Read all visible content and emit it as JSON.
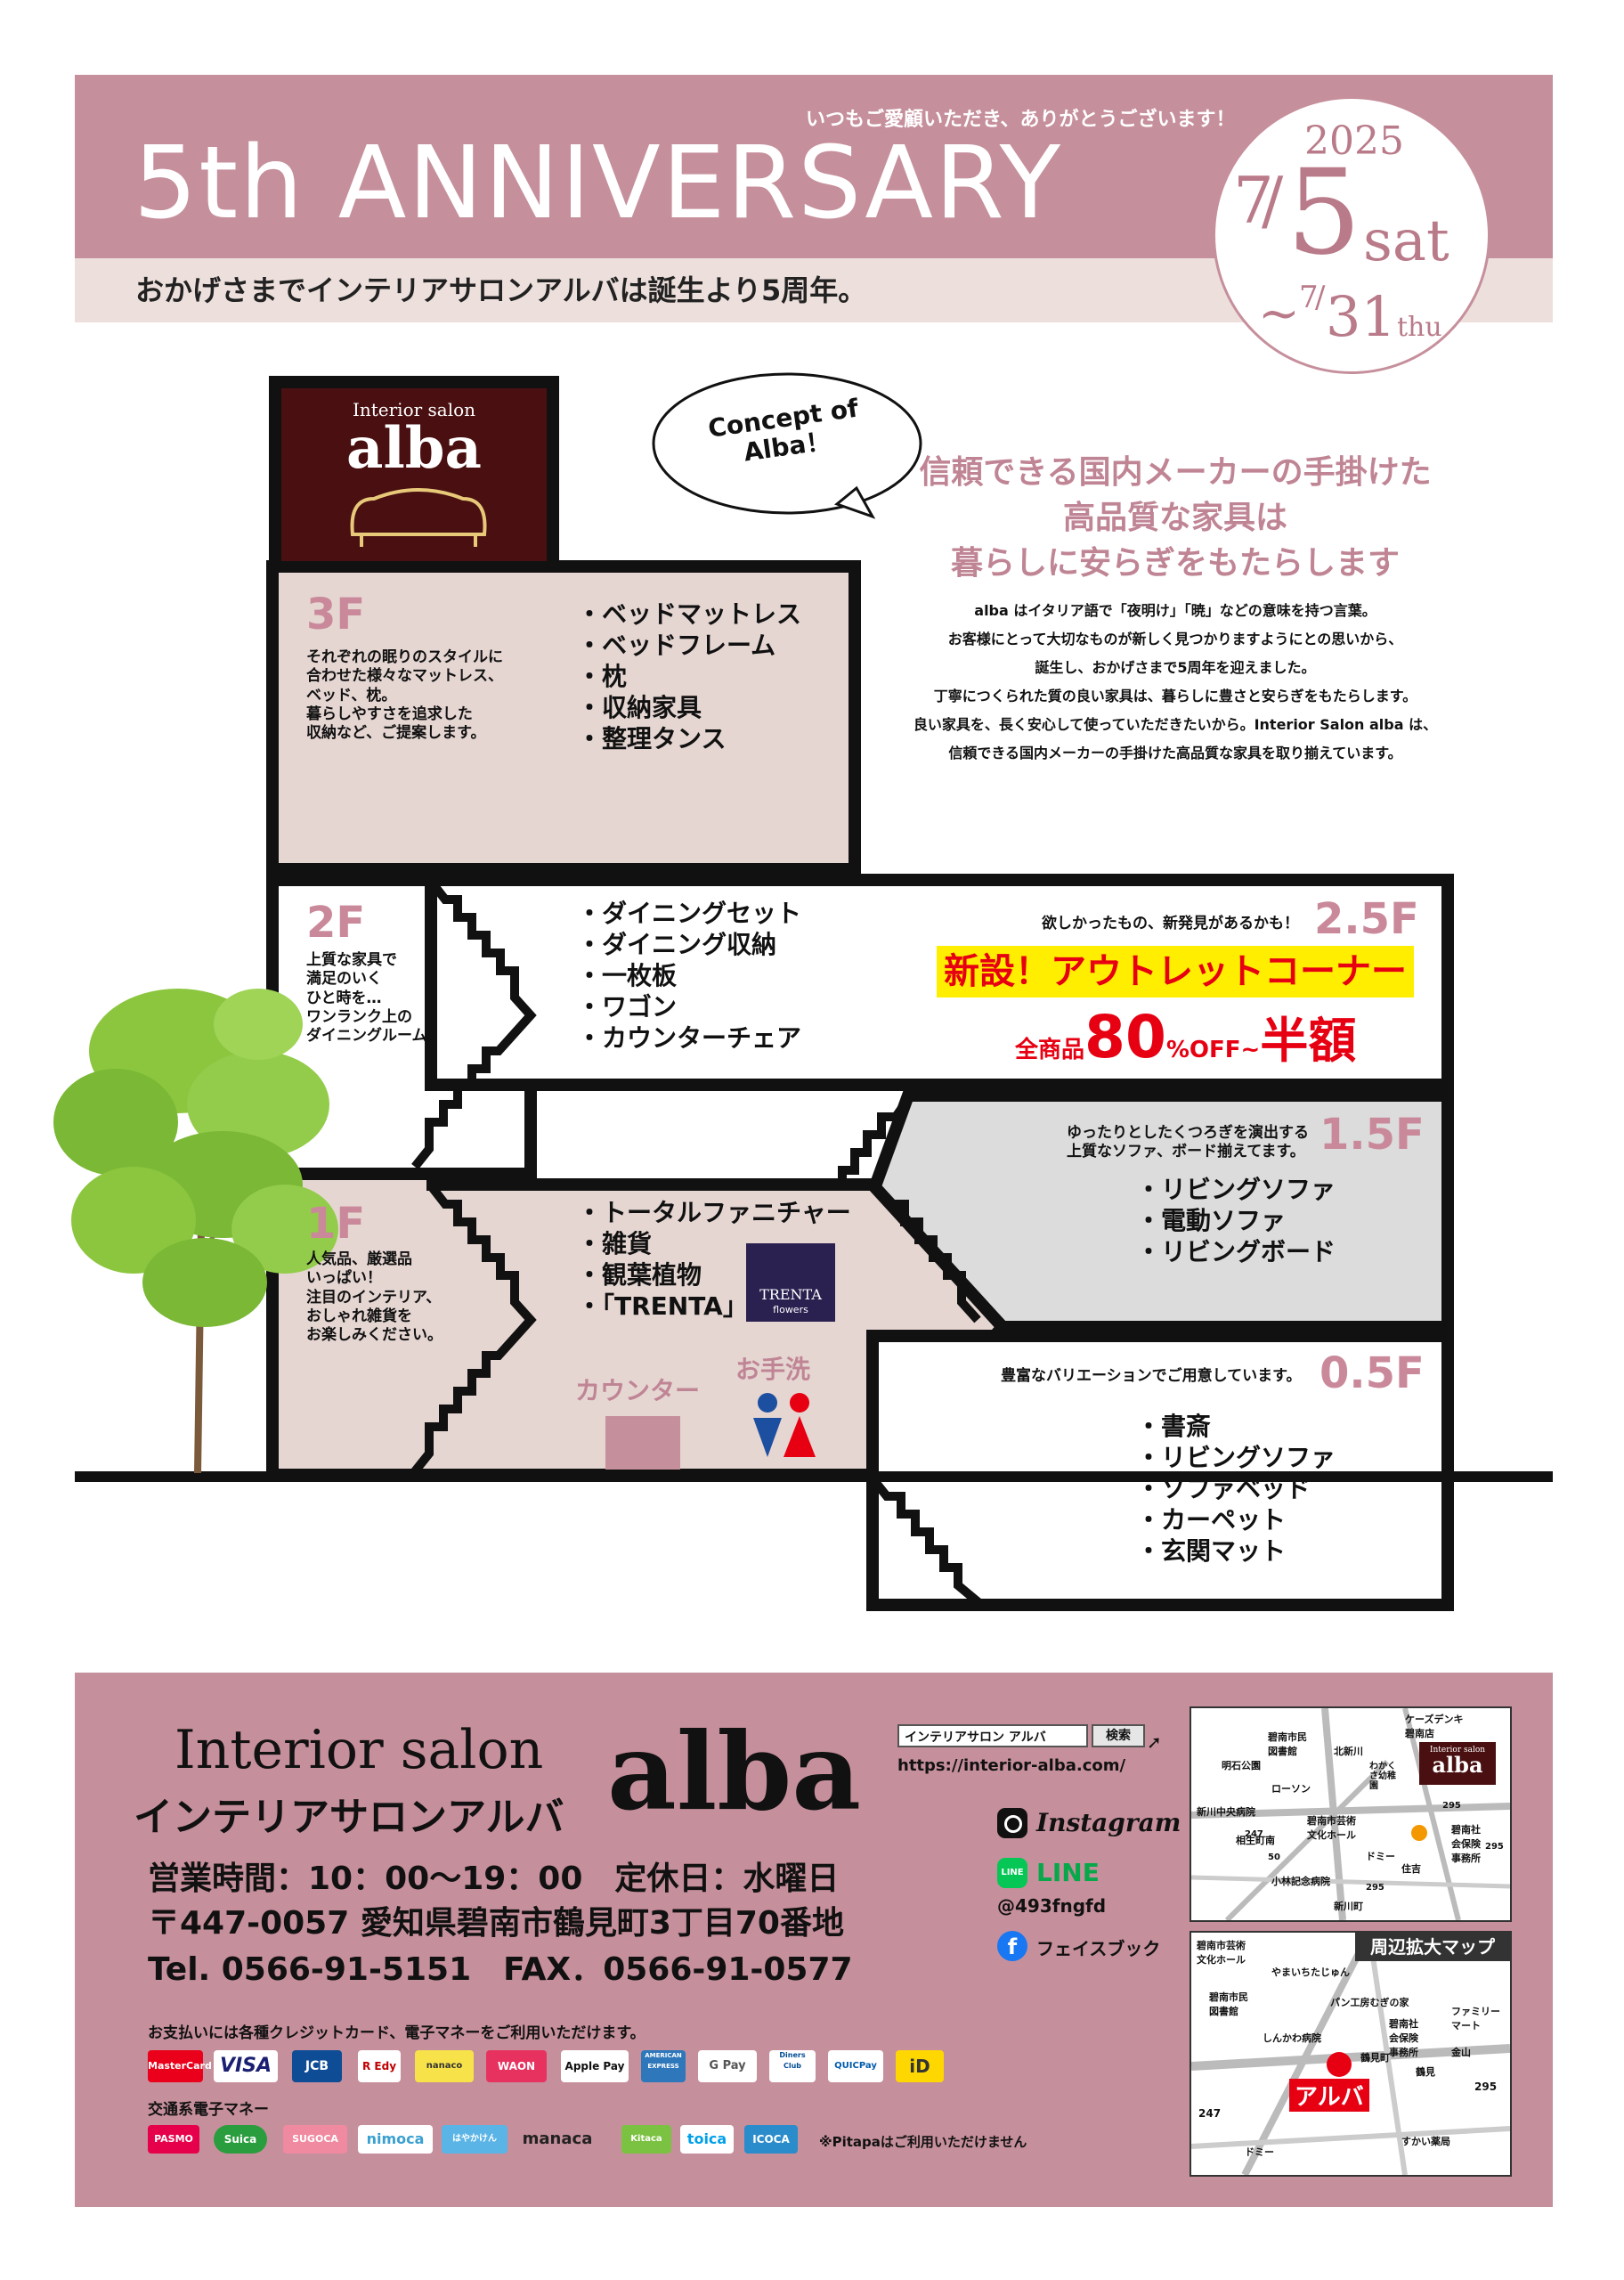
{
  "header": {
    "title": "5th ANNIVERSARY",
    "thanks": "いつもご愛顧いただき、ありがとうございます！",
    "subtitle": "おかげさまでインテリアサロンアルバは誕生より5周年。",
    "date": {
      "year": "2025",
      "start_month": "7",
      "start_day": "5",
      "start_dow": "sat",
      "tilde": "~",
      "end_month": "7",
      "end_day": "31",
      "end_dow": "thu"
    }
  },
  "logo": {
    "small": "Interior salon",
    "name": "alba"
  },
  "concept": {
    "bubble": "Concept of Alba！",
    "heading": [
      "信頼できる国内メーカーの手掛けた",
      "高品質な家具は",
      "暮らしに安らぎをもたらします"
    ],
    "body": [
      "alba はイタリア語で「夜明け」「暁」などの意味を持つ言葉。",
      "お客様にとって大切なものが新しく見つかりますようにとの思いから、",
      "誕生し、おかげさまで5周年を迎えました。",
      "丁寧につくられた質の良い家具は、暮らしに豊さと安らぎをもたらします。",
      "良い家具を、長く安心して使っていただきたいから。Interior Salon alba は、",
      "信頼できる国内メーカーの手掛けた高品質な家具を取り揃えています。"
    ]
  },
  "floors": {
    "f3": {
      "label": "3F",
      "desc": [
        "それぞれの眠りのスタイルに",
        "合わせた様々なマットレス、",
        "ベッド、枕。",
        "暮らしやすさを追求した",
        "収納など、ご提案します。"
      ],
      "items": [
        "ベッドマットレス",
        "ベッドフレーム",
        "枕",
        "収納家具",
        "整理タンス"
      ]
    },
    "f2": {
      "label": "2F",
      "desc": [
        "上質な家具で",
        "満足のいく",
        "ひと時を…",
        "ワンランク上の",
        "ダイニングルーム。"
      ],
      "items": [
        "ダイニングセット",
        "ダイニング収納",
        "一枚板",
        "ワゴン",
        "カウンターチェア"
      ]
    },
    "f25": {
      "label": "2.5F",
      "note": "欲しかったもの、新発見があるかも！",
      "badge": "新設！アウトレットコーナー",
      "sale_prefix": "全商品",
      "sale_big": "80",
      "sale_mid": "%OFF~",
      "sale_end": "半額"
    },
    "f15": {
      "label": "1.5F",
      "note": [
        "ゆったりとしたくつろぎを演出する",
        "上質なソファ、ボード揃えてます。"
      ],
      "items": [
        "リビングソファ",
        "電動ソファ",
        "リビングボード"
      ]
    },
    "f1": {
      "label": "1F",
      "desc": [
        "人気品、厳選品",
        "いっぱい！",
        "注目のインテリア、",
        "おしゃれ雑貨を",
        "お楽しみください。"
      ],
      "items": [
        "トータルファニチャー",
        "雑貨",
        "観葉植物",
        "「TRENTA」"
      ],
      "counter": "カウンター",
      "restroom": "お手洗",
      "trenta": "TRENTA",
      "trenta_sub": "flowers"
    },
    "f05": {
      "label": "0.5F",
      "note": "豊富なバリエーションでご用意しています。",
      "items": [
        "書斎",
        "リビングソファ",
        "ソファベッド",
        "カーペット",
        "玄関マット"
      ]
    }
  },
  "footer": {
    "en_name": "Interior salon",
    "jp_name": "インテリアサロンアルバ",
    "logo": "alba",
    "hours": "営業時間：10：00～19：00　定休日：水曜日",
    "address": "〒447-0057 愛知県碧南市鶴見町3丁目70番地",
    "tel": "Tel. 0566-91-5151　FAX．0566-91-0577",
    "search_text": "インテリアサロン アルバ",
    "search_button": "検索",
    "url": "https://interior-alba.com/",
    "instagram": "Instagram",
    "line": "LINE",
    "line_id": "@493fngfd",
    "facebook": "フェイスブック",
    "payment_note": "お支払いには各種クレジットカード、電子マネーをご利用いただけます。",
    "cards": [
      "MasterCard",
      "VISA",
      "JCB",
      "R Edy",
      "nanaco",
      "WAON",
      "Apple Pay",
      "AMERICAN EXPRESS",
      "G Pay",
      "Diners Club",
      "QUICPay",
      "iD"
    ],
    "transit_label": "交通系電子マネー",
    "transit": [
      "PASMO",
      "Suica",
      "SUGOCA",
      "nimoca",
      "はやかけん",
      "manaca",
      "Kitaca",
      "toica",
      "ICOCA"
    ],
    "pitapa_note": "※Pitapaはご利用いただけません",
    "map1": {
      "labels": [
        "ケーズデンキ",
        "碧南店",
        "碧南市民",
        "図書館",
        "北新川",
        "明石公園",
        "ローソン",
        "新川中央病院",
        "碧南市芸術",
        "文化ホール",
        "相生町南",
        "ドミー",
        "小林記念病院",
        "新川町",
        "住吉",
        "碧南社",
        "会保険",
        "事務所",
        "わかくさ",
        "幼稚園"
      ],
      "route_nums": [
        "295",
        "247",
        "50",
        "295",
        "295"
      ],
      "logo_small": "Interior salon",
      "logo": "alba"
    },
    "map2": {
      "title": "周辺拡大マップ",
      "labels": [
        "碧南市芸術",
        "文化ホール",
        "碧南市民",
        "図書館",
        "やまいちたじゅん",
        "パン工房むぎの家",
        "碧南社",
        "会保険",
        "事務所",
        "しんかわ病院",
        "鶴見町",
        "鶴見",
        "ファミリー",
        "マート",
        "金山",
        "ドミー",
        "すかい薬局"
      ],
      "alba": "アルバ",
      "route_nums": [
        "247",
        "295"
      ]
    }
  },
  "colors": {
    "brand": "#c68f9c",
    "text_pink": "#c08595",
    "sale_red": "#e60012",
    "highlight": "#ffee00",
    "logo_bg": "#4a0f10"
  }
}
